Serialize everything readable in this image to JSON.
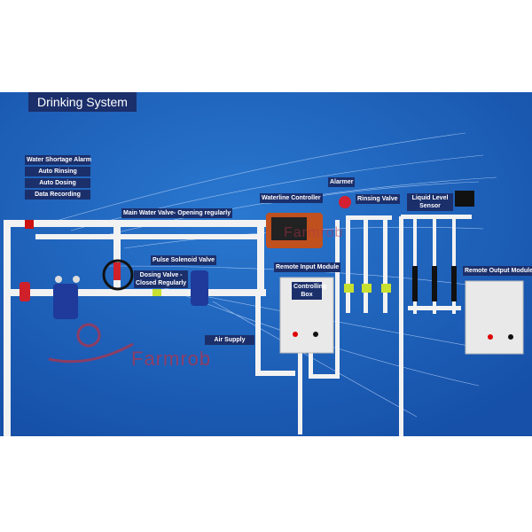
{
  "title": "Drinking System",
  "features": [
    "Water Shortage Alarm",
    "Auto Rinsing",
    "Auto Dosing",
    "Data Recording"
  ],
  "labels": {
    "main_water_valve": "Main Water Valve- Opening regularly",
    "waterline_controller": "Waterline Controller",
    "alarmer": "Alarmer",
    "rinsing_valve": "Rinsing Valve",
    "liquid_level_sensor_1": "Liquid Level",
    "liquid_level_sensor_2": "Sensor",
    "remote_input_module": "Remote Input Module",
    "remote_output_module": "Remote Output Module",
    "controlling_box_1": "Controlling",
    "controlling_box_2": "Box",
    "pulse_solenoid_valve": "Pulse Solenoid Valve",
    "dosing_valve_1": "Dosing Valve -",
    "dosing_valve_2": "Closed Regularly",
    "air_supply": "Air Supply"
  },
  "watermark": "Farmrob",
  "colors": {
    "background": "#1d5fb8",
    "label": "#1b2f6b",
    "pipe": "#f2f2f2",
    "watermark": "#b2334a",
    "valve_red": "#d0202a",
    "valve_yellow": "#c8e030"
  }
}
